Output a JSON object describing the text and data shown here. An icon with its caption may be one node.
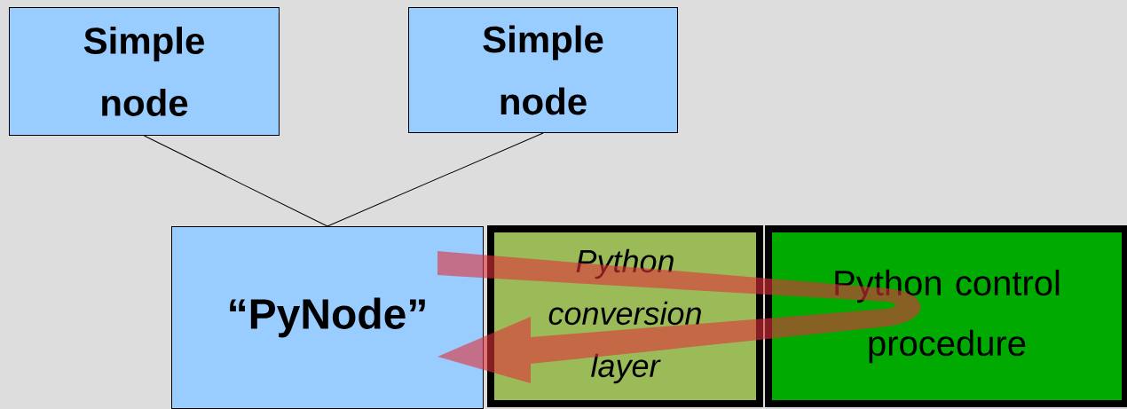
{
  "diagram": {
    "nodes": [
      {
        "text": [
          "Simple node"
        ]
      },
      {
        "text": [
          "Simple node"
        ]
      },
      {
        "text": [
          "“PyNode”"
        ]
      },
      {
        "text": [
          "Python conversion layer"
        ]
      },
      {
        "text": [
          "Python control procedure"
        ]
      }
    ],
    "edges": [
      {
        "from": 0,
        "to": 2,
        "arrow": "none"
      },
      {
        "from": 1,
        "to": 2,
        "arrow": "none"
      },
      {
        "from": 2,
        "to": 4,
        "arrow": "none",
        "style": "thick",
        "color": "#e0303a"
      },
      {
        "from": 4,
        "to": 2,
        "arrow": "to",
        "style": "thick",
        "color": "#e0303a"
      }
    ]
  }
}
